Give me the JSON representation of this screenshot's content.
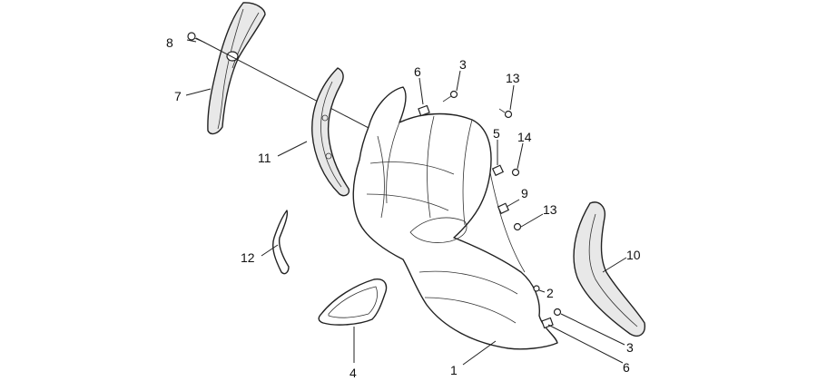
{
  "callouts": {
    "c1": "1",
    "c2": "2",
    "c3a": "3",
    "c3b": "3",
    "c4": "4",
    "c5": "5",
    "c6a": "6",
    "c6b": "6",
    "c7": "7",
    "c8": "8",
    "c9": "9",
    "c10": "10",
    "c11": "11",
    "c12": "12",
    "c13a": "13",
    "c13b": "13",
    "c14": "14"
  },
  "colors": {
    "line": "#222222",
    "fill": "#ffffff",
    "shade": "#e8e8e8"
  }
}
